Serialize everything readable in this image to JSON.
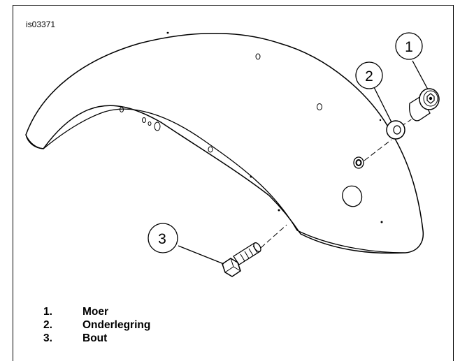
{
  "figure": {
    "id": "is03371"
  },
  "callouts": [
    {
      "number": "1"
    },
    {
      "number": "2"
    },
    {
      "number": "3"
    }
  ],
  "legend": [
    {
      "number": "1.",
      "label": "Moer"
    },
    {
      "number": "2.",
      "label": "Onderlegring"
    },
    {
      "number": "3.",
      "label": "Bout"
    }
  ]
}
